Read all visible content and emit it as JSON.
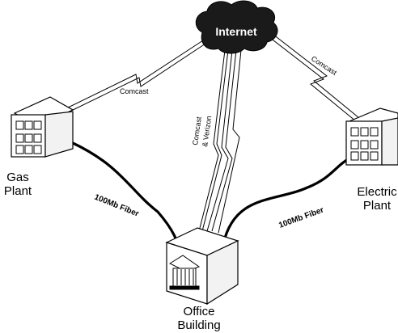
{
  "cloud": {
    "label": "Internet"
  },
  "sites": {
    "gas": {
      "line1": "Gas",
      "line2": "Plant"
    },
    "electric": {
      "line1": "Electric",
      "line2": "Plant"
    },
    "office": {
      "line1": "Office",
      "line2": "Building"
    }
  },
  "links": {
    "gas_wireless": "Comcast",
    "electric_wireless": "Comcast",
    "office_wireless_1": "Comcast",
    "office_wireless_2": "& Verizon",
    "gas_fiber": "100Mb Fiber",
    "electric_fiber": "100Mb Fiber"
  },
  "colors": {
    "line": "#000000",
    "cloud": "#1a1a1a",
    "background": "#ffffff"
  }
}
